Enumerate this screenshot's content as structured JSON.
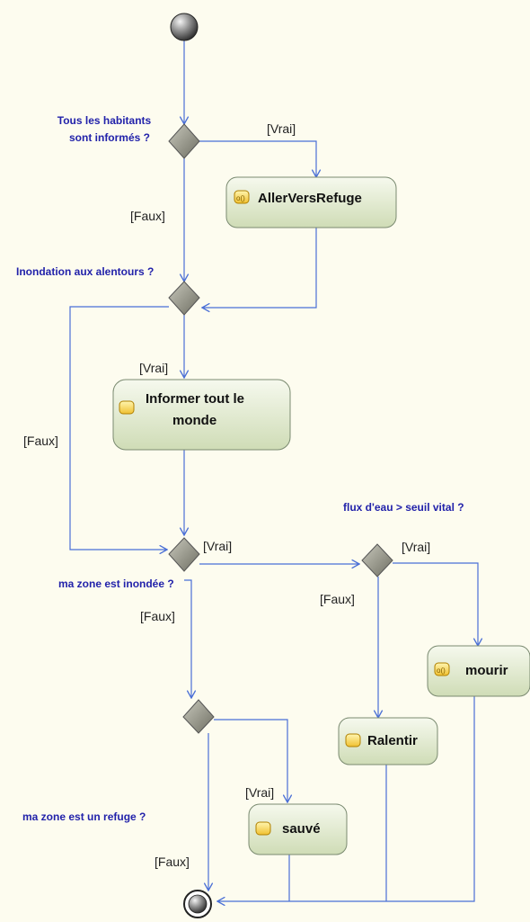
{
  "diagram": {
    "questions": {
      "q1_line1": "Tous les habitants",
      "q1_line2": "sont informés ?",
      "q2": "Inondation aux alentours ?",
      "q3": "ma zone est inondée ?",
      "q4": "flux d'eau > seuil vital ?",
      "q5": "ma zone est un refuge ?"
    },
    "guards": {
      "g1_true": "[Vrai]",
      "g1_false": "[Faux]",
      "g2_true": "[Vrai]",
      "g2_false": "[Faux]",
      "g3_true": "[Vrai]",
      "g3_false": "[Faux]",
      "g4_true": "[Vrai]",
      "g4_false": "[Faux]",
      "g5_true": "[Vrai]",
      "g5_false": "[Faux]"
    },
    "activities": {
      "aller_vers_refuge": "AllerVersRefuge",
      "informer_line1": "Informer tout le",
      "informer_line2": "monde",
      "mourir": "mourir",
      "ralentir": "Ralentir",
      "sauve": "sauvé"
    },
    "icons": {
      "call_behavior": "call-behavior-icon",
      "action": "action-icon"
    },
    "colors": {
      "flow": "#4a6fd6",
      "question_text": "#2222aa",
      "activity_fill": "#dfe8cf",
      "background": "#fdfcef"
    }
  }
}
